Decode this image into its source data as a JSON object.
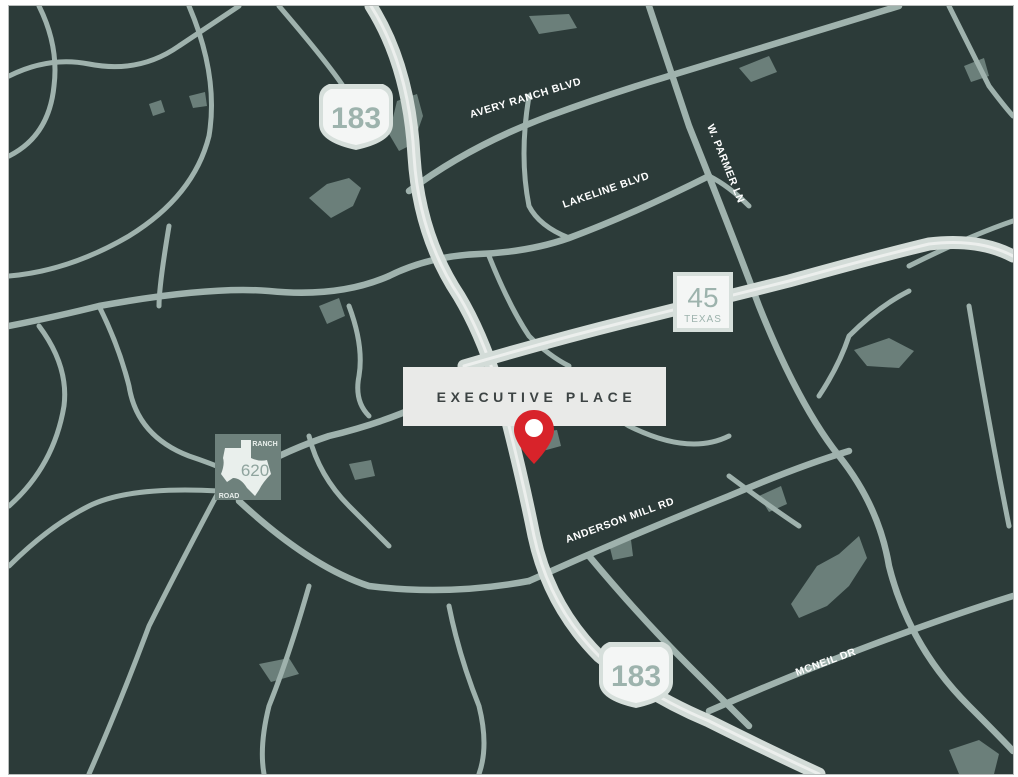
{
  "place": {
    "label": "EXECUTIVE PLACE",
    "pin_icon": "map-pin-icon",
    "pin_color": "#d8232a"
  },
  "streets": {
    "avery_ranch": "AVERY RANCH BLVD",
    "lakeline": "LAKELINE BLVD",
    "parmer": "W. PARMER LN",
    "anderson_mill": "ANDERSON MILL RD",
    "mcneil": "MCNEIL DR"
  },
  "shields": {
    "us183_top": "183",
    "us183_bottom": "183",
    "sh45_number": "45",
    "sh45_state": "TEXAS",
    "rr620_top": "RANCH",
    "rr620_number": "620",
    "rr620_bottom": "ROAD"
  },
  "colors": {
    "background": "#2c3b39",
    "roads": "#9fb2ad",
    "highways": "#d3dcd8",
    "parks": "#6b7f7a",
    "label_box": "#e9eae8"
  }
}
